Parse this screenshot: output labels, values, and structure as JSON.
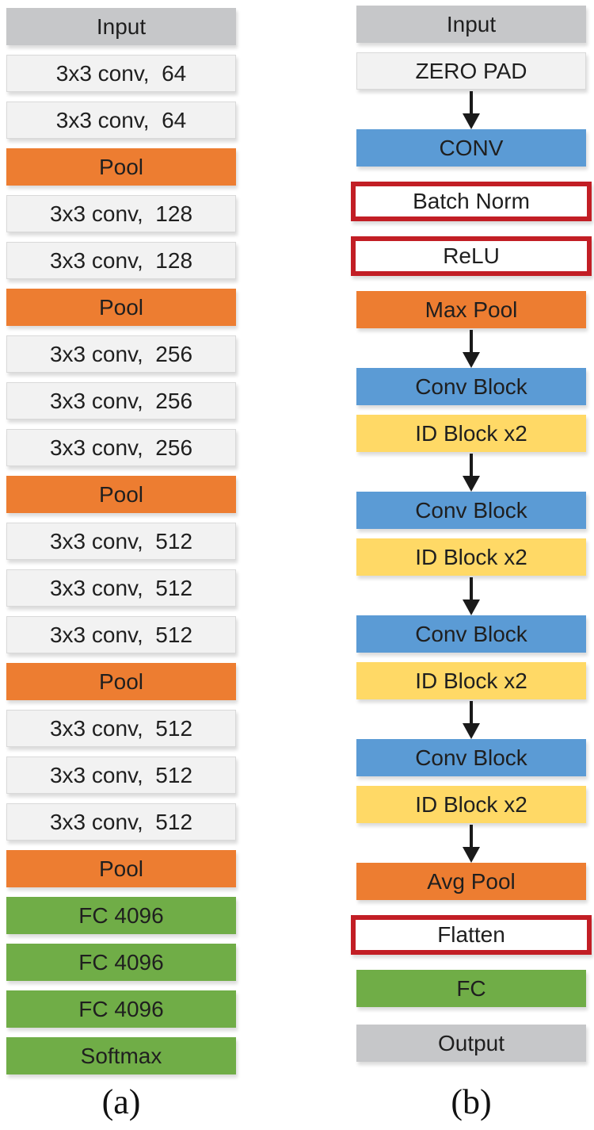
{
  "palette": {
    "gray": "#c6c7c9",
    "light": "#f2f2f2",
    "light_border": "#d9d9d9",
    "orange": "#ed7d31",
    "blue": "#5b9bd5",
    "yellow": "#ffd966",
    "green": "#70ad47",
    "red": "#c21e25",
    "arrow": "#1a1a1a",
    "text": "#1f1f1f"
  },
  "diagram_a": {
    "caption": "(a)",
    "nodes": [
      {
        "label": "Input",
        "style": "gray"
      },
      {
        "label": "3x3 conv,  64",
        "style": "light"
      },
      {
        "label": "3x3 conv,  64",
        "style": "light"
      },
      {
        "label": "Pool",
        "style": "orange"
      },
      {
        "label": "3x3 conv,  128",
        "style": "light"
      },
      {
        "label": "3x3 conv,  128",
        "style": "light"
      },
      {
        "label": "Pool",
        "style": "orange"
      },
      {
        "label": "3x3 conv,  256",
        "style": "light"
      },
      {
        "label": "3x3 conv,  256",
        "style": "light"
      },
      {
        "label": "3x3 conv,  256",
        "style": "light"
      },
      {
        "label": "Pool",
        "style": "orange"
      },
      {
        "label": "3x3 conv,  512",
        "style": "light"
      },
      {
        "label": "3x3 conv,  512",
        "style": "light"
      },
      {
        "label": "3x3 conv,  512",
        "style": "light"
      },
      {
        "label": "Pool",
        "style": "orange"
      },
      {
        "label": "3x3 conv,  512",
        "style": "light"
      },
      {
        "label": "3x3 conv,  512",
        "style": "light"
      },
      {
        "label": "3x3 conv,  512",
        "style": "light"
      },
      {
        "label": "Pool",
        "style": "orange"
      },
      {
        "label": "FC 4096",
        "style": "green"
      },
      {
        "label": "FC 4096",
        "style": "green"
      },
      {
        "label": "FC 4096",
        "style": "green"
      },
      {
        "label": "Softmax",
        "style": "green"
      }
    ]
  },
  "diagram_b": {
    "caption": "(b)",
    "nodes": [
      {
        "label": "Input",
        "style": "gray"
      },
      {
        "label": "ZERO PAD",
        "style": "light"
      },
      {
        "type": "arrow"
      },
      {
        "label": "CONV",
        "style": "blue"
      },
      {
        "label": "Batch Norm",
        "style": "outline"
      },
      {
        "label": "ReLU",
        "style": "outline"
      },
      {
        "label": "Max Pool",
        "style": "orange"
      },
      {
        "type": "arrow"
      },
      {
        "label": "Conv Block",
        "style": "blue"
      },
      {
        "label": "ID Block x2",
        "style": "yellow"
      },
      {
        "type": "arrow"
      },
      {
        "label": "Conv Block",
        "style": "blue"
      },
      {
        "label": "ID Block x2",
        "style": "yellow"
      },
      {
        "type": "arrow"
      },
      {
        "label": "Conv Block",
        "style": "blue"
      },
      {
        "label": "ID Block x2",
        "style": "yellow"
      },
      {
        "type": "arrow"
      },
      {
        "label": "Conv Block",
        "style": "blue"
      },
      {
        "label": "ID Block x2",
        "style": "yellow"
      },
      {
        "type": "arrow"
      },
      {
        "label": "Avg Pool",
        "style": "orange"
      },
      {
        "label": "Flatten",
        "style": "outline"
      },
      {
        "label": "FC",
        "style": "green"
      },
      {
        "label": "Output",
        "style": "gray"
      }
    ]
  }
}
